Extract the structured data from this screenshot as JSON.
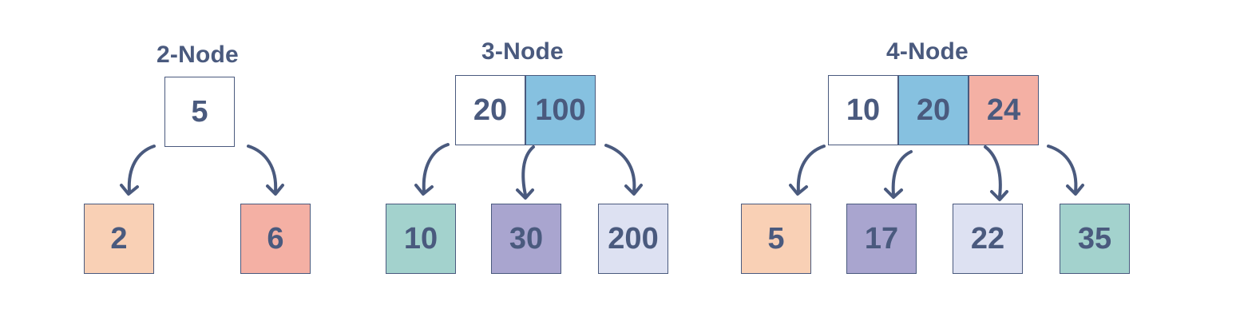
{
  "colors": {
    "ink": "#4a5a7e",
    "white": "#ffffff",
    "peach": "#f9d0b5",
    "salmon": "#f4b0a4",
    "blue": "#86c1e0",
    "teal": "#a3d2cd",
    "lavender": "#a9a5cf",
    "pale_lavender": "#dde1f2"
  },
  "groups": [
    {
      "title": "2-Node",
      "keys": [
        {
          "value": "5",
          "color": "#ffffff"
        }
      ],
      "children": [
        {
          "value": "2",
          "color": "#f9d0b5"
        },
        {
          "value": "6",
          "color": "#f4b0a4"
        }
      ]
    },
    {
      "title": "3-Node",
      "keys": [
        {
          "value": "20",
          "color": "#ffffff"
        },
        {
          "value": "100",
          "color": "#86c1e0"
        }
      ],
      "children": [
        {
          "value": "10",
          "color": "#a3d2cd"
        },
        {
          "value": "30",
          "color": "#a9a5cf"
        },
        {
          "value": "200",
          "color": "#dde1f2"
        }
      ]
    },
    {
      "title": "4-Node",
      "keys": [
        {
          "value": "10",
          "color": "#ffffff"
        },
        {
          "value": "20",
          "color": "#86c1e0"
        },
        {
          "value": "24",
          "color": "#f4b0a4"
        }
      ],
      "children": [
        {
          "value": "5",
          "color": "#f9d0b5"
        },
        {
          "value": "17",
          "color": "#a9a5cf"
        },
        {
          "value": "22",
          "color": "#dde1f2"
        },
        {
          "value": "35",
          "color": "#a3d2cd"
        }
      ]
    }
  ]
}
